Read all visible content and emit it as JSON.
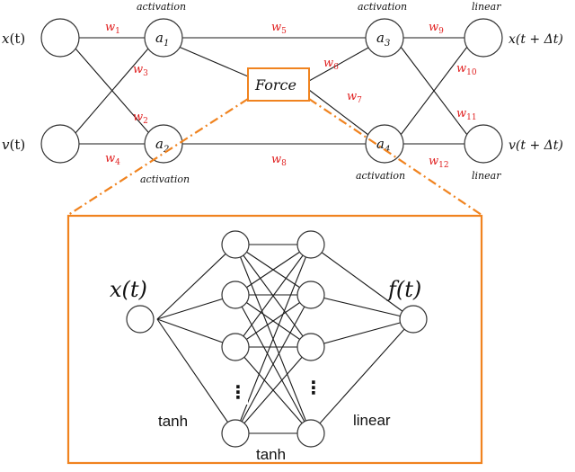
{
  "colors": {
    "accent": "#f0831f",
    "weight_label": "#e02020",
    "node_stroke": "#333333"
  },
  "top_network": {
    "inputs": [
      {
        "id": "x",
        "main": "x",
        "suffix": "(t)"
      },
      {
        "id": "v",
        "main": "v",
        "suffix": "(t)"
      }
    ],
    "hidden": [
      {
        "id": "a1",
        "main": "a",
        "sub": "1",
        "caption": "activation"
      },
      {
        "id": "a2",
        "main": "a",
        "sub": "2",
        "caption": "activation"
      },
      {
        "id": "a3",
        "main": "a",
        "sub": "3",
        "caption": "activation"
      },
      {
        "id": "a4",
        "main": "a",
        "sub": "4",
        "caption": "activation"
      }
    ],
    "outputs": [
      {
        "id": "xo",
        "label": "x(t + Δt)",
        "caption": "linear"
      },
      {
        "id": "vo",
        "label": "v(t + Δt)",
        "caption": "linear"
      }
    ],
    "force_box": {
      "label": "Force"
    },
    "weights": [
      {
        "id": "w1",
        "main": "w",
        "sub": "1"
      },
      {
        "id": "w2",
        "main": "w",
        "sub": "2"
      },
      {
        "id": "w3",
        "main": "w",
        "sub": "3"
      },
      {
        "id": "w4",
        "main": "w",
        "sub": "4"
      },
      {
        "id": "w5",
        "main": "w",
        "sub": "5"
      },
      {
        "id": "w6",
        "main": "w",
        "sub": "6"
      },
      {
        "id": "w7",
        "main": "w",
        "sub": "7"
      },
      {
        "id": "w8",
        "main": "w",
        "sub": "8"
      },
      {
        "id": "w9",
        "main": "w",
        "sub": "9"
      },
      {
        "id": "w10",
        "main": "w",
        "sub": "10"
      },
      {
        "id": "w11",
        "main": "w",
        "sub": "11"
      },
      {
        "id": "w12",
        "main": "w",
        "sub": "12"
      }
    ]
  },
  "force_network": {
    "input_label": "x(t)",
    "output_label": "f(t)",
    "left_caption": "tanh",
    "bottom_caption": "tanh",
    "right_caption": "linear",
    "ellipsis": "⋮"
  }
}
